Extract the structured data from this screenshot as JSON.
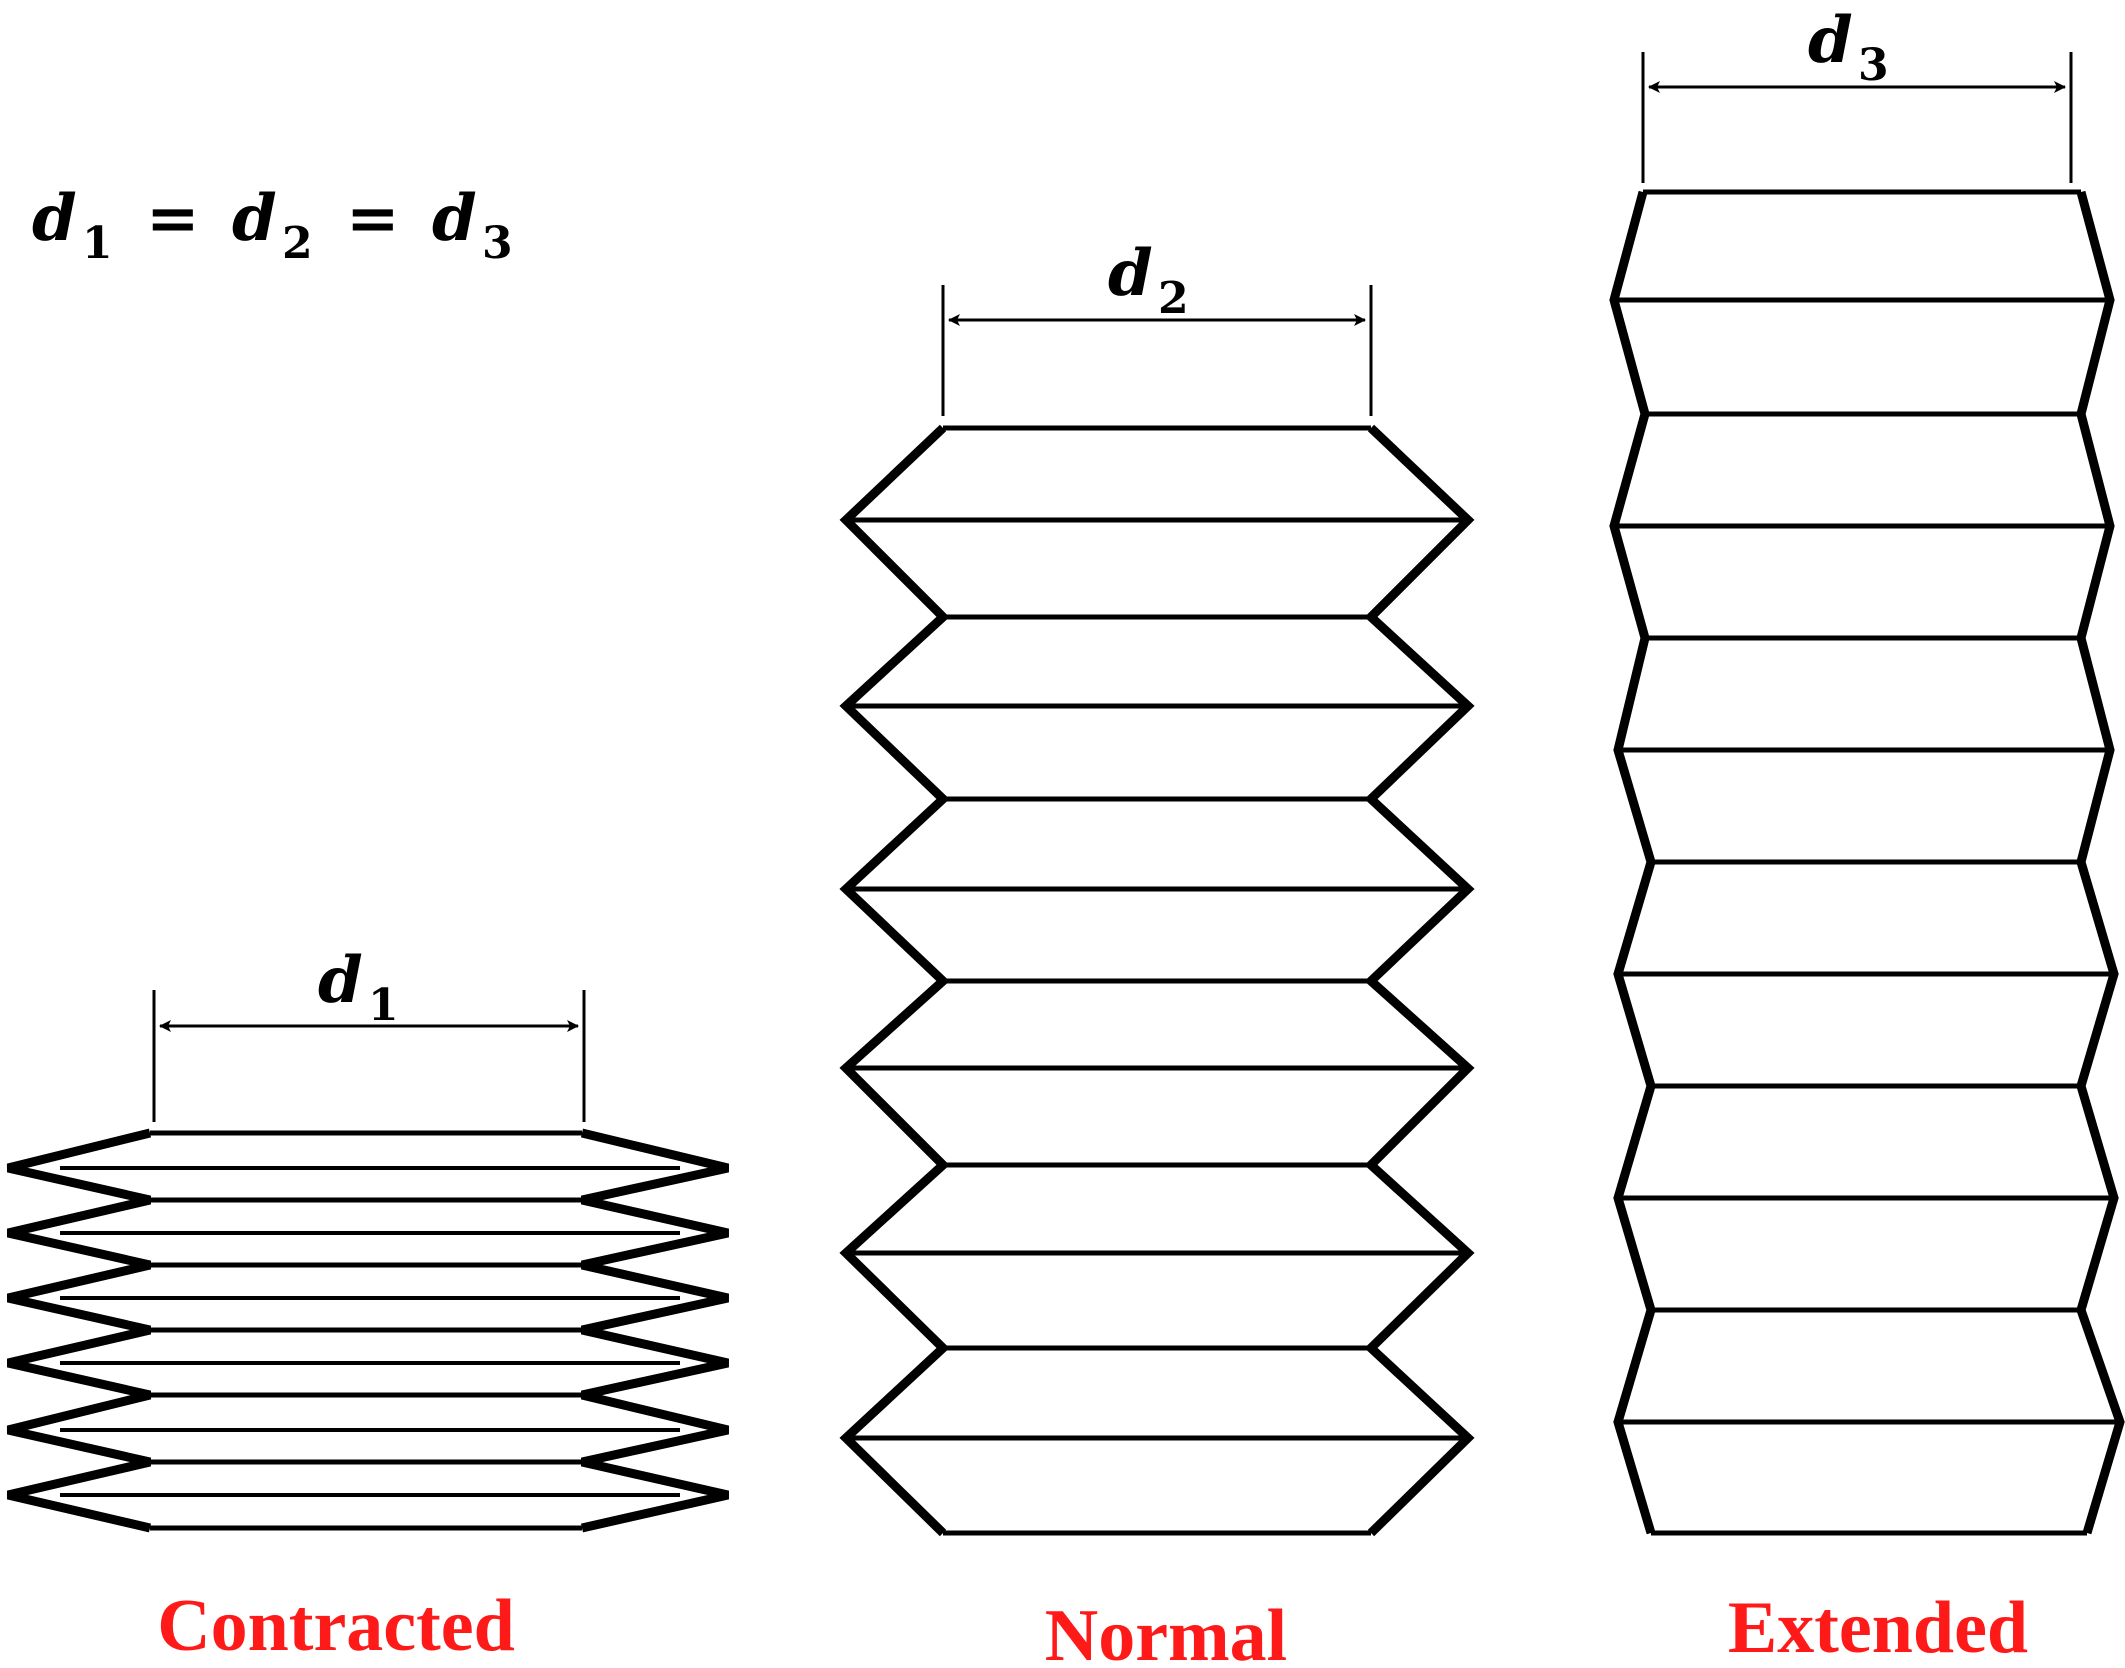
{
  "equation": {
    "d1": "d",
    "d1_sub": "1",
    "eq1": "=",
    "d2": "d",
    "d2_sub": "2",
    "eq2": "=",
    "d3": "d",
    "d3_sub": "3"
  },
  "dimensions": {
    "contracted": {
      "var": "d",
      "sub": "1"
    },
    "normal": {
      "var": "d",
      "sub": "2"
    },
    "extended": {
      "var": "d",
      "sub": "3"
    }
  },
  "labels": {
    "contracted": "Contracted",
    "normal": "Normal",
    "extended": "Extended"
  },
  "colors": {
    "label": "#ff1a1a",
    "stroke": "#000000"
  }
}
